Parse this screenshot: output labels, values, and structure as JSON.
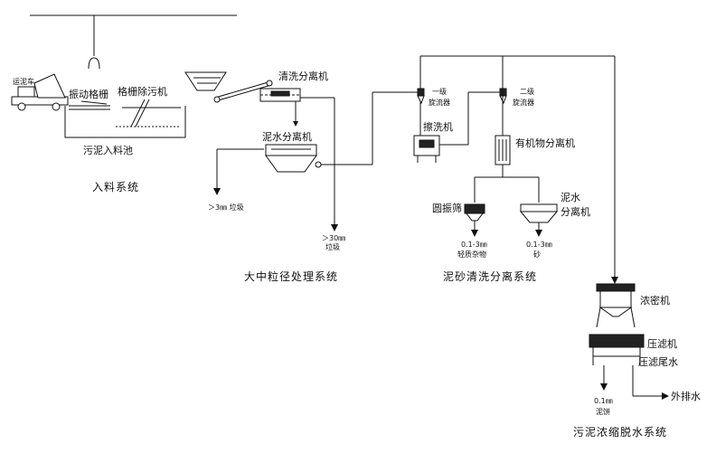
{
  "systems": {
    "feed": "入料系统",
    "coarse": "大中粒径处理系统",
    "sand": "泥砂清洗分离系统",
    "sludge": "污泥浓缩脱水系统"
  },
  "equipment": {
    "truck": "运泥车",
    "vibrating_grid": "振动格栅",
    "grid_cleaner": "格栅除污机",
    "sludge_pool": "污泥入料池",
    "wash_separator": "清洗分离机",
    "mud_water_separator_1": "泥水分离机",
    "cyclone_1": [
      "一级",
      "旋流器"
    ],
    "scrubber": "擦洗机",
    "cyclone_2": [
      "二级",
      "旋流器"
    ],
    "organic_separator": "有机物分离机",
    "round_screen": "圆振筛",
    "mud_water_separator_2": [
      "泥水",
      "分离机"
    ],
    "thickener": "浓密机",
    "filter_press": "压滤机",
    "filtrate": "压滤尾水",
    "discharge": "外排水"
  },
  "outputs": {
    "garbage_3mm": "＞3㎜  垃圾",
    "garbage_30mm": [
      "＞30㎜",
      "垃圾"
    ],
    "light_impurities": [
      "0.1-3㎜",
      "轻质杂物"
    ],
    "sand": [
      "0.1-3㎜",
      "砂"
    ],
    "mud_cake": [
      "0.1㎜",
      "泥饼"
    ]
  }
}
